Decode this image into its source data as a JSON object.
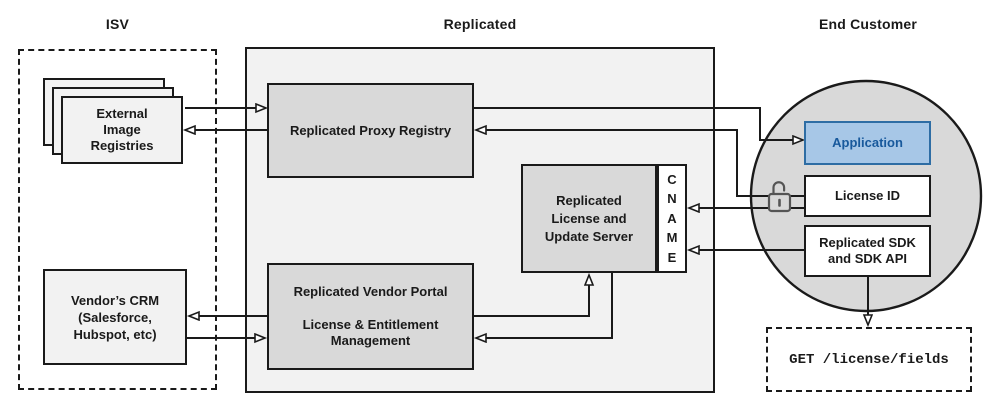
{
  "zones": {
    "isv": {
      "label": "ISV"
    },
    "replicated": {
      "label": "Replicated"
    },
    "end_customer": {
      "label": "End Customer"
    }
  },
  "nodes": {
    "registries": {
      "label": "External\nImage\nRegistries"
    },
    "crm": {
      "label": "Vendor’s CRM\n(Salesforce,\nHubspot, etc)"
    },
    "proxy": {
      "label": "Replicated Proxy Registry"
    },
    "portal": {
      "title": "Replicated Vendor Portal",
      "subtitle": "License & Entitlement\nManagement"
    },
    "license_server": {
      "label": "Replicated\nLicense and\nUpdate Server"
    },
    "cname": {
      "label": "CNAME"
    },
    "application": {
      "label": "Application"
    },
    "license_id": {
      "label": "License ID"
    },
    "sdk": {
      "label": "Replicated SDK\nand SDK API"
    },
    "api_request": {
      "label": "GET /license/fields"
    }
  },
  "icons": {
    "unlock": "open-padlock"
  },
  "edges": [
    {
      "from": "external-image-registries",
      "to": "replicated-proxy-registry"
    },
    {
      "from": "replicated-proxy-registry",
      "to": "external-image-registries"
    },
    {
      "from": "replicated-proxy-registry",
      "to": "application"
    },
    {
      "from": "license-id",
      "to": "replicated-proxy-registry"
    },
    {
      "from": "license-id",
      "to": "cname"
    },
    {
      "from": "replicated-sdk",
      "to": "cname"
    },
    {
      "from": "vendor-portal",
      "to": "license-update-server"
    },
    {
      "from": "license-update-server",
      "to": "vendor-portal"
    },
    {
      "from": "vendor-portal",
      "to": "vendors-crm"
    },
    {
      "from": "vendors-crm",
      "to": "vendor-portal"
    },
    {
      "from": "replicated-sdk",
      "to": "get-license-fields"
    }
  ],
  "colors": {
    "panel_gray": "#f2f2f2",
    "box_gray": "#d9d9d9",
    "border_black": "#1a1a1a",
    "app_fill": "#a7c7e7",
    "app_border": "#2e6da4",
    "app_text": "#18599c",
    "lock_gray": "#555555"
  }
}
